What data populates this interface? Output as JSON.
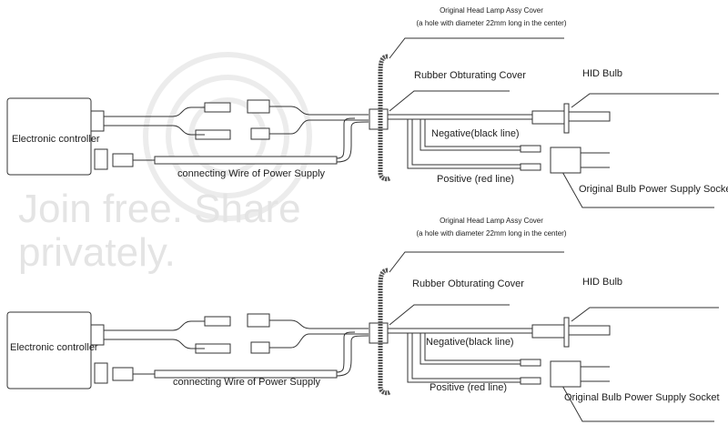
{
  "diagrams": [
    {
      "cover_title": "Original Head Lamp Assy Cover",
      "cover_note": "(a hole with diameter 22mm long in the center)",
      "rubber_cover": "Rubber Obturating Cover",
      "hid_bulb": "HID Bulb",
      "controller": "Electronic controller",
      "negative": "Negative(black line)",
      "positive": "Positive (red line)",
      "power_wire": "connecting Wire of Power Supply",
      "socket": "Original Bulb Power Supply Socket"
    },
    {
      "cover_title": "Original Head Lamp Assy Cover",
      "cover_note": "(a hole with diameter 22mm long in the center)",
      "rubber_cover": "Rubber Obturating Cover",
      "hid_bulb": "HID Bulb",
      "controller": "Electronic controller",
      "negative": "Negative(black line)",
      "positive": "Positive (red line)",
      "power_wire": "connecting Wire of Power Supply",
      "socket": "Original Bulb Power Supply Socket"
    }
  ],
  "watermark": "Join free. Share privately."
}
